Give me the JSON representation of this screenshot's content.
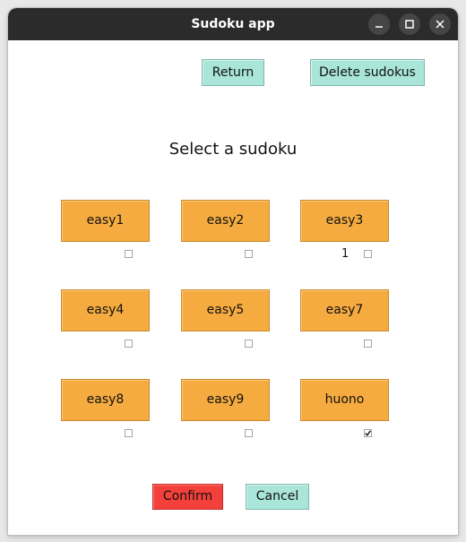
{
  "window": {
    "title": "Sudoku app",
    "controls": [
      "minimize-icon",
      "maximize-icon",
      "close-icon"
    ]
  },
  "toolbar": {
    "return_label": "Return",
    "delete_label": "Delete sudokus"
  },
  "heading": "Select a sudoku",
  "sudokus": [
    {
      "name": "easy1",
      "count": "",
      "checked": false
    },
    {
      "name": "easy2",
      "count": "",
      "checked": false
    },
    {
      "name": "easy3",
      "count": "1",
      "checked": false
    },
    {
      "name": "easy4",
      "count": "",
      "checked": false
    },
    {
      "name": "easy5",
      "count": "",
      "checked": false
    },
    {
      "name": "easy7",
      "count": "",
      "checked": false
    },
    {
      "name": "easy8",
      "count": "",
      "checked": false
    },
    {
      "name": "easy9",
      "count": "",
      "checked": false
    },
    {
      "name": "huono",
      "count": "",
      "checked": true
    }
  ],
  "footer": {
    "confirm_label": "Confirm",
    "cancel_label": "Cancel"
  },
  "colors": {
    "titlebar": "#2b2b2b",
    "sudoku_button": "#f5ab3f",
    "action_button": "#a9e5d8",
    "confirm_button": "#f4403a"
  }
}
